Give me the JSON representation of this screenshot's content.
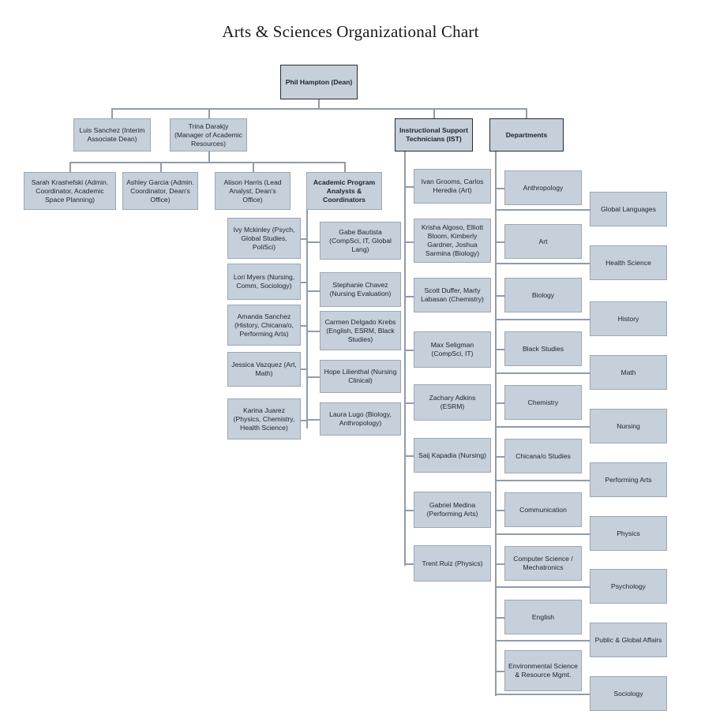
{
  "chart_title": "Arts & Sciences Organizational Chart",
  "colors": {
    "node_fill": "#c6d0da",
    "node_border": "#9aa7b4",
    "emphasis_border": "#2b2b2b",
    "connector": "#8e9cab",
    "text": "#1c2330",
    "background": "#ffffff"
  },
  "root": {
    "label": "Phil Hampton (Dean)"
  },
  "tier2": [
    {
      "label": "Luis Sanchez (Interim Associate Dean)"
    },
    {
      "label": "Trina Darakjy (Manager of Academic Resources)"
    },
    {
      "label": "Instructional Support Technicians (IST)"
    },
    {
      "label": "Departments"
    }
  ],
  "academic_resources_children": [
    {
      "label": "Sarah Krashefski (Admin. Coordinator, Academic Space Planning)"
    },
    {
      "label": "Ashley Garcia (Admin. Coordinator, Dean's Office)"
    },
    {
      "label": "Alison Harris (Lead Analyst, Dean's Office)"
    },
    {
      "label": "Academic Program Analysts & Coordinators"
    }
  ],
  "analysts_left": [
    {
      "label": "Ivy Mckinley (Psych, Global Studies, PoliSci)"
    },
    {
      "label": "Lori Myers (Nursing, Comm, Sociology)"
    },
    {
      "label": "Amanda Sanchez (History, Chicana/o, Performing Arts)"
    },
    {
      "label": "Jessica Vazquez (Art, Math)"
    },
    {
      "label": "Karina Juarez (Physics, Chemistry, Health Science)"
    }
  ],
  "analysts_right": [
    {
      "label": "Gabe Bautista (CompSci, IT, Global Lang)"
    },
    {
      "label": "Stephanie Chavez (Nursing Evaluation)"
    },
    {
      "label": "Carmen Delgado Krebs (English, ESRM, Black Studies)"
    },
    {
      "label": "Hope Lilienthal (Nursing Clinical)"
    },
    {
      "label": "Laura Lugo (Biology, Anthropology)"
    }
  ],
  "ist_members": [
    {
      "label": "Ivan Grooms, Carlos Heredia (Art)"
    },
    {
      "label": "Krisha Algoso, Elliott Bloom, Kimberly Gardner, Joshua Sarmina (Biology)"
    },
    {
      "label": "Scott Duffer, Marty Labasan (Chemistry)"
    },
    {
      "label": "Max Seligman (CompSci, IT)"
    },
    {
      "label": "Zachary Adkins (ESRM)"
    },
    {
      "label": "Saij Kapadia (Nursing)"
    },
    {
      "label": "Gabriel Medina (Performing Arts)"
    },
    {
      "label": "Trent Ruiz (Physics)"
    }
  ],
  "departments_column_left": [
    {
      "label": "Anthropology"
    },
    {
      "label": "Art"
    },
    {
      "label": "Biology"
    },
    {
      "label": "Black Studies"
    },
    {
      "label": "Chemistry"
    },
    {
      "label": "Chicana/o Studies"
    },
    {
      "label": "Communication"
    },
    {
      "label": "Computer Science / Mechatronics"
    },
    {
      "label": "English"
    },
    {
      "label": "Environmental Science & Resource Mgmt."
    }
  ],
  "departments_column_right": [
    {
      "label": "Global Languages"
    },
    {
      "label": "Health Science"
    },
    {
      "label": "History"
    },
    {
      "label": "Math"
    },
    {
      "label": "Nursing"
    },
    {
      "label": "Performing Arts"
    },
    {
      "label": "Physics"
    },
    {
      "label": "Psychology"
    },
    {
      "label": "Public & Global Affairs"
    },
    {
      "label": "Sociology"
    }
  ]
}
